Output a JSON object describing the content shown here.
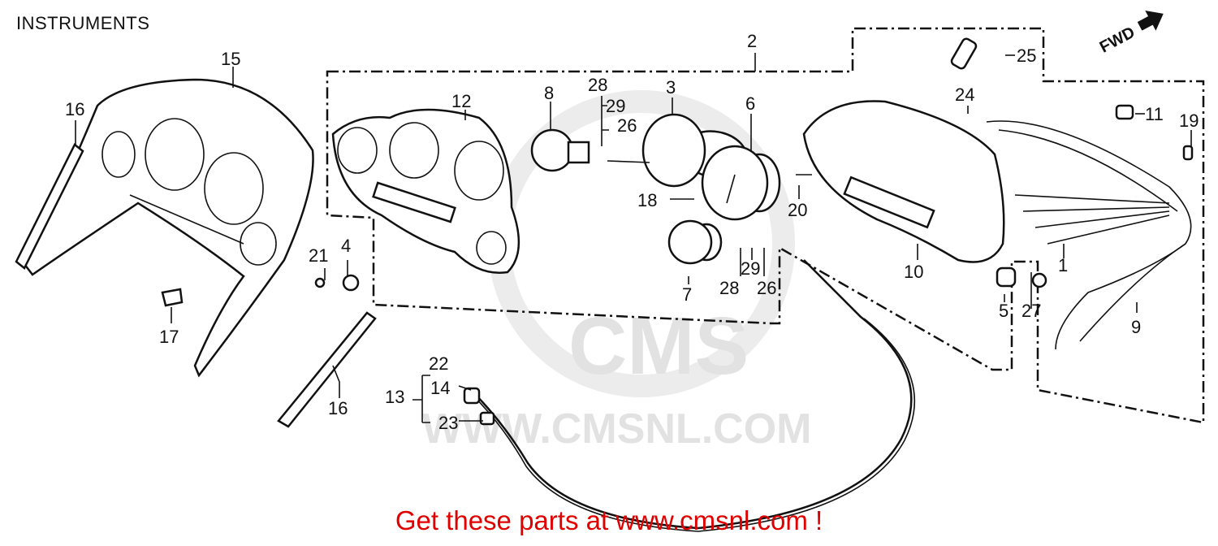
{
  "header": {
    "title": "INSTRUMENTS"
  },
  "footer": {
    "cta": "Get these parts at www.cmsnl.com !"
  },
  "watermark": {
    "brand": "CMS",
    "url": "WWW.CMSNL.COM"
  },
  "direction": {
    "label": "FWD"
  },
  "callouts": {
    "c1": "1",
    "c2": "2",
    "c3": "3",
    "c4": "4",
    "c5": "5",
    "c6": "6",
    "c7": "7",
    "c8": "8",
    "c9": "9",
    "c10": "10",
    "c11": "11",
    "c12": "12",
    "c13": "13",
    "c14": "14",
    "c15": "15",
    "c16a": "16",
    "c16b": "16",
    "c17": "17",
    "c18": "18",
    "c19": "19",
    "c20": "20",
    "c21": "21",
    "c22": "22",
    "c23": "23",
    "c24": "24",
    "c25": "25",
    "c26a": "26",
    "c26b": "26",
    "c27": "27",
    "c28a": "28",
    "c28b": "28",
    "c29a": "29",
    "c29b": "29"
  },
  "colors": {
    "line": "#111111",
    "cta": "#e00000",
    "watermark": "#e2e2e2"
  }
}
